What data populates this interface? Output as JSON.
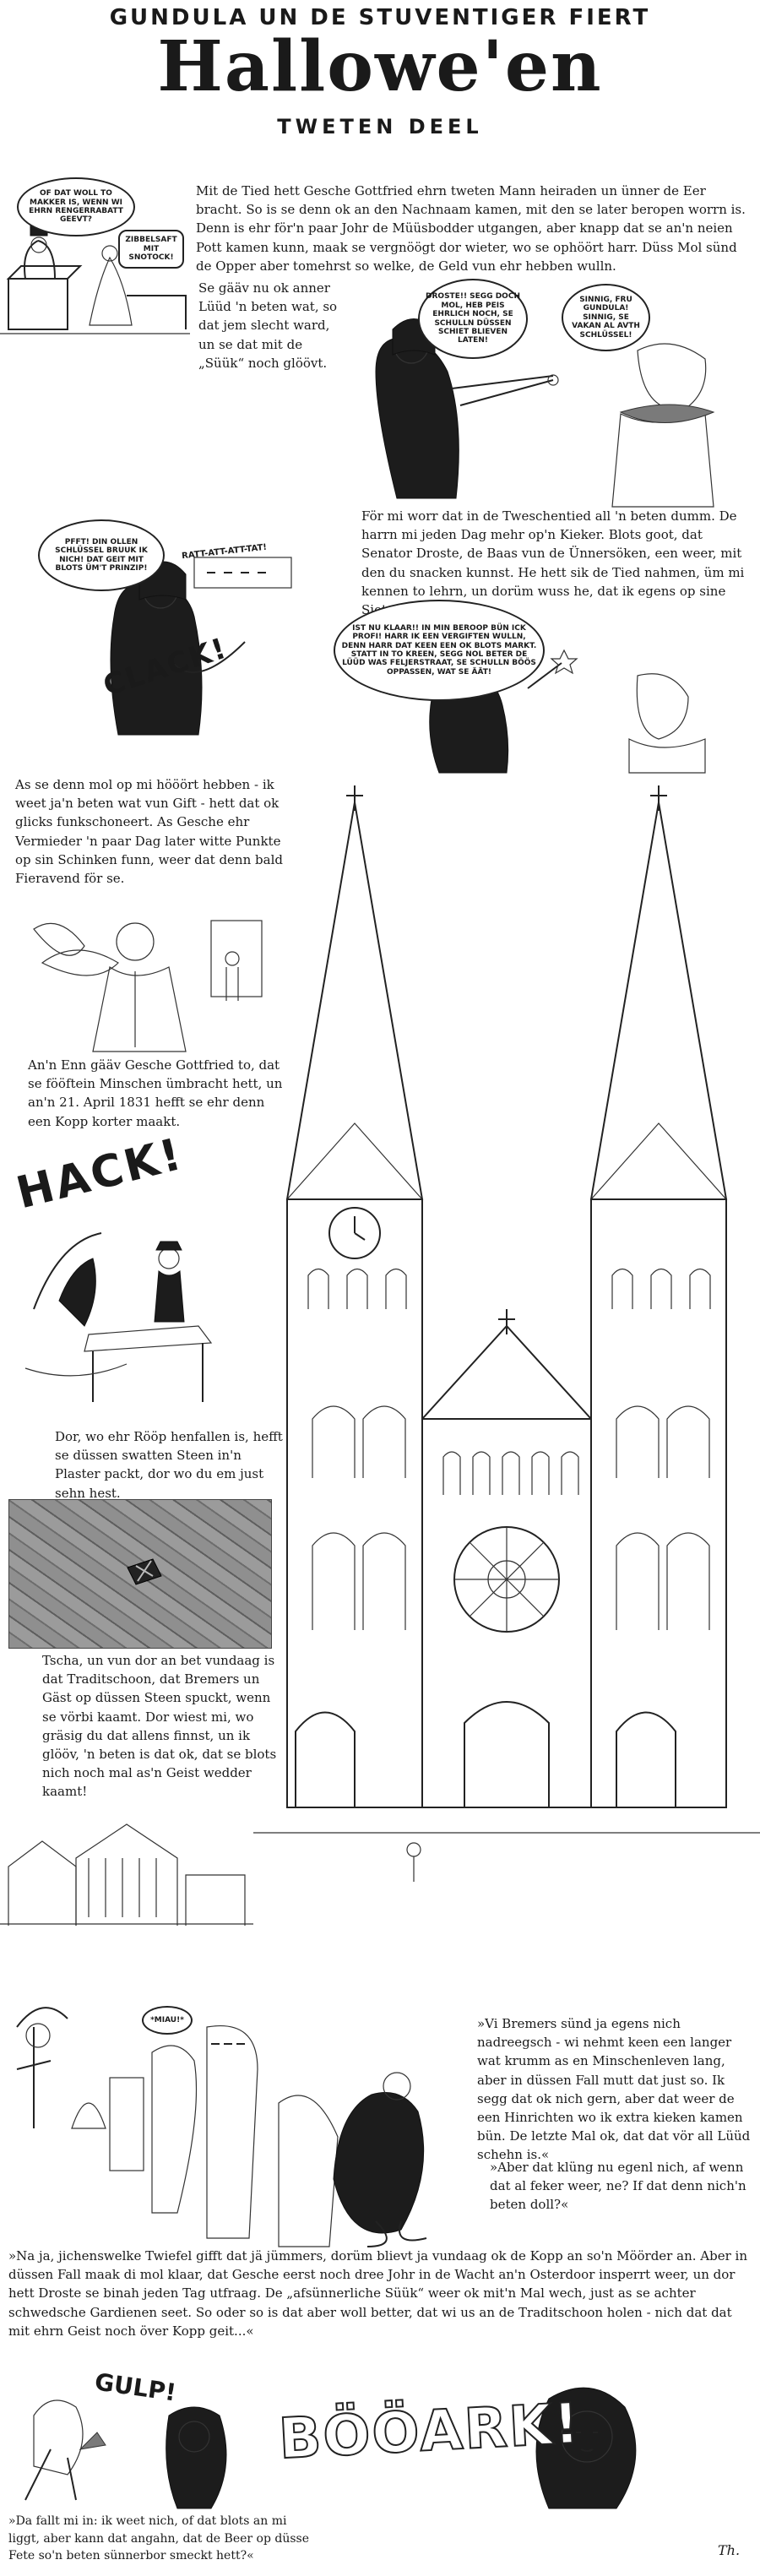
{
  "header": {
    "top": "GUNDULA UN DE STUVENTIGER FIERT",
    "title": "Hallowe'en",
    "subtitle": "TWETEN DEEL"
  },
  "story": {
    "p1": "Mit de Tied hett Gesche Gottfried ehrn tweten Mann heiraden un ünner de Eer bracht. So is se denn ok an den Nachnaam kamen, mit den se later beropen worrn is. Denn is ehr för'n paar Johr de Müüsbodder utgangen, aber knapp dat se an'n neien Pott kamen kunn, maak se vergnöögt dor wieter, wo se ophöört harr. Düss Mol sünd de Opper aber tomehrst so welke, de Geld vun ehr hebben wulln.",
    "p2": "Se gääv nu ok anner Lüüd 'n beten wat, so dat jem slecht ward, un se dat mit de „Süük“ noch glöövt.",
    "p3": "För mi worr dat in de Tweschentied all 'n beten dumm. De harrn mi jeden Dag mehr op'n Kieker. Blots goot, dat Senator Droste, de Baas vun de Ünnersöken, een weer, mit den du snacken kunnst. He hett sik de Tied nahmen, üm mi kennen to lehrn, un dorüm wuss he, dat ik egens op sine Siet stunn.",
    "p4": "As se denn mol op mi hööört hebben - ik weet ja'n beten wat vun Gift - hett dat ok glicks funkschoneert. As Gesche ehr Vermieder 'n paar Dag later witte Punkte op sin Schinken funn, weer dat denn bald Fieravend för se.",
    "p5": "An'n Enn gääv Gesche Gottfried to, dat se fööftein Minschen ümbracht hett, un an'n 21. April 1831 hefft se ehr denn een Kopp korter maakt.",
    "p6": "Dor, wo ehr Rööp henfallen is, hefft se düssen swatten Steen in'n Plaster packt, dor wo du em just sehn hest.",
    "p7": "Tscha, un vun dor an bet vundaag is dat Traditschoon, dat Bremers un Gäst op düssen Steen spuckt, wenn se vörbi kaamt. Dor wiest mi, wo gräsig du dat allens finnst, un ik glööv, 'n beten is dat ok, dat se blots nich noch mal as'n Geist wedder kaamt!",
    "p8": "»Vi Bremers sünd ja egens nich nadreegsch - wi nehmt keen een langer wat krumm as en Minschenleven lang, aber in düssen Fall mutt dat just so. Ik segg dat ok nich gern, aber dat weer de een Hinrichten wo ik extra kieken kamen bün. De letzte Mal ok, dat dat vör all Lüüd schehn is.«",
    "p9": "»Aber dat klüng nu egenl nich, af wenn dat al feker weer, ne? If dat denn nich'n beten doll?«",
    "p10": "»Na ja, jichenswelke Twiefel gifft dat jä jümmers, dorüm blievt ja vundaag ok de Kopp an so'n Möörder an. Aber in düssen Fall maak di mol klaar, dat Gesche eerst noch dree Johr in de Wacht an'n Osterdoor insperrt weer, un dor hett Droste se binah jeden Tag utfraag. De „afsünnerliche Süük“ weer ok mit'n Mal wech, just as se achter schwedsche Gardienen seet. So oder so is dat aber woll better, dat wi us an de Traditschoon holen - nich dat dat mit ehrn Geist noch över Kopp geit...«",
    "p11": "»Da fallt mi in: ik weet nich, of dat blots an mi liggt, aber kann dat angahn, dat de Beer op düsse Fete so'n beten sünnerbor smeckt hett?«"
  },
  "bubbles": {
    "b1": "OF DAT WOLL TO MAKKER IS, WENN WI EHRN RENGERRABATT GEEVT?",
    "b2": "ZIBBELSAFT MIT SNOTOCK!",
    "b3": "DROSTE!! SEGG DOCH MOL, HEB PEIS EHRLICH NOCH, SE SCHULLN DÜSSEN SCHIET BLIEVEN LATEN!",
    "b4": "SINNIG, FRU GUNDULA! SINNIG, SE VAKAN AL AVTH SCHLÜSSEL!",
    "b5": "PFFT! DIN OLLEN SCHLÜSSEL BRUUK IK NICH! DAT GEIT MIT BLOTS ÜM'T PRINZIP!",
    "b6": "RATT-ATT-ATT-TAT!",
    "b7": "IST NU KLAAR!! IN MIN BEROOP BÜN ICK PROFI! HARR IK EEN VERGIFTEN WULLN, DENN HARR DAT KEEN EEN OK BLOTS MARKT. STATT IN TO KREEN, SEGG NOL BETER DE LÜÜD WAS FELJERSTRAAT, SE SCHULLN BÖÖS OPPASSEN, WAT SE ÄÄT!",
    "b8": "*MIAU!*"
  },
  "sfx": {
    "clack": "CLACK!",
    "hack": "HACK!",
    "gulp": "GULP!",
    "boark": "BÖÖARK!"
  },
  "misc": {
    "signature": "Th."
  }
}
